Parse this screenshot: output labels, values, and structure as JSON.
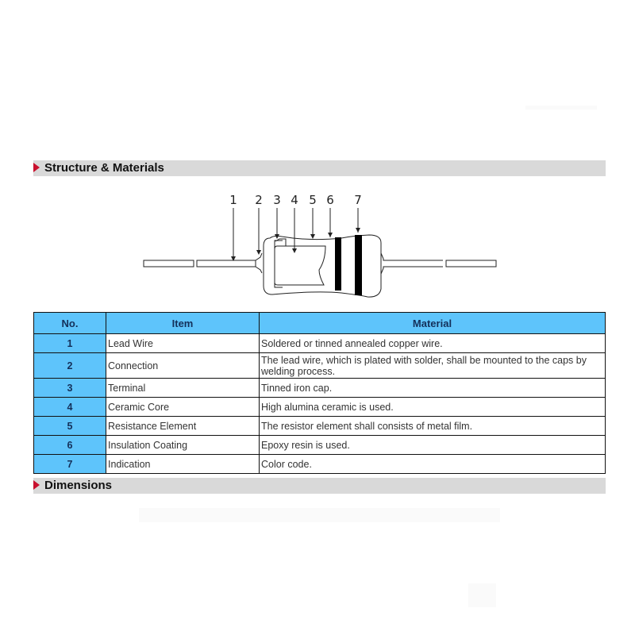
{
  "sections": {
    "structure": {
      "title": "Structure & Materials"
    },
    "dimensions": {
      "title": "Dimensions"
    }
  },
  "diagram": {
    "callouts": [
      "1",
      "2",
      "3",
      "4",
      "5",
      "6",
      "7"
    ],
    "band_color": "#000000"
  },
  "table": {
    "headers": {
      "no": "No.",
      "item": "Item",
      "material": "Material"
    },
    "rows": [
      {
        "no": "1",
        "item": "Lead Wire",
        "material": "Soldered or tinned annealed copper wire."
      },
      {
        "no": "2",
        "item": "Connection",
        "material": "The lead wire, which is plated with solder, shall be mounted to the caps by welding process."
      },
      {
        "no": "3",
        "item": "Terminal",
        "material": "Tinned iron cap."
      },
      {
        "no": "4",
        "item": "Ceramic Core",
        "material": "High alumina ceramic is used."
      },
      {
        "no": "5",
        "item": "Resistance Element",
        "material": "The resistor element shall consists of metal film."
      },
      {
        "no": "6",
        "item": "Insulation Coating",
        "material": "Epoxy resin is used."
      },
      {
        "no": "7",
        "item": "Indication",
        "material": "Color code."
      }
    ]
  },
  "colors": {
    "header_bg": "#5ec4fb",
    "section_bar": "#d9d9d9",
    "marker": "#c8102e"
  }
}
